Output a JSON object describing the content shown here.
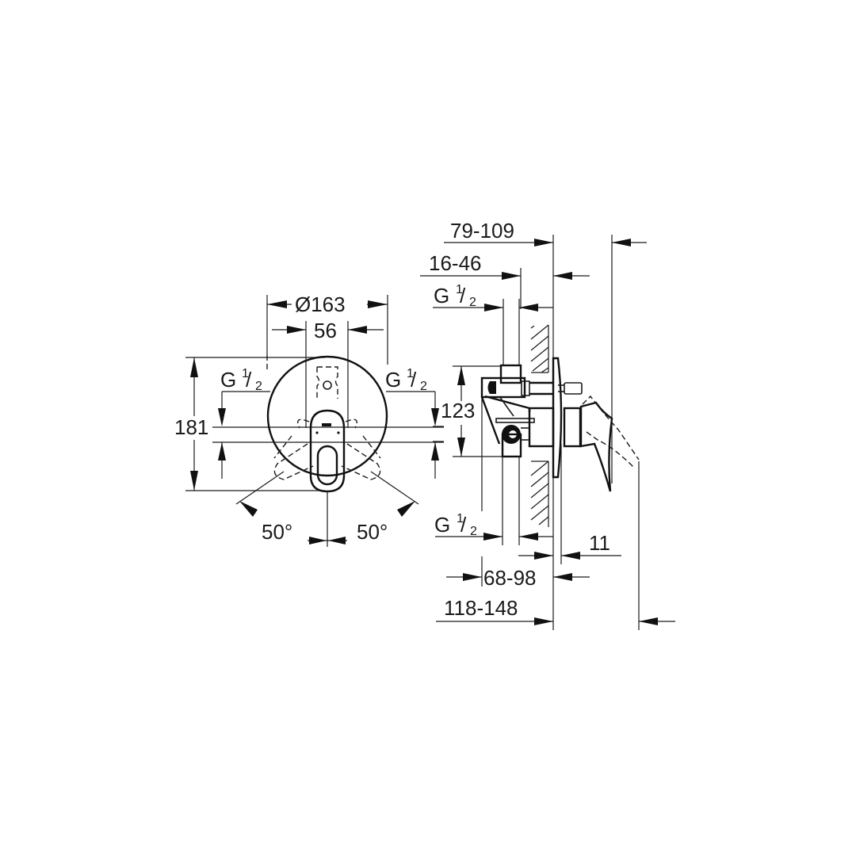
{
  "drawing": {
    "front_view": {
      "diameter_label": "Ø163",
      "center_width_label": "56",
      "height_label": "181",
      "inlet_left_label": {
        "main": "G",
        "num": "1",
        "den": "2"
      },
      "inlet_right_label": {
        "main": "G",
        "num": "1",
        "den": "2"
      },
      "angle_left_label": "50°",
      "angle_right_label": "50°"
    },
    "side_view": {
      "depth_total_label": "79-109",
      "depth_inner_label": "16-46",
      "inlet_top_label": {
        "main": "G",
        "num": "1",
        "den": "2"
      },
      "inlet_bottom_label": {
        "main": "G",
        "num": "1",
        "den": "2"
      },
      "vertical_label": "123",
      "plate_thickness_label": "11",
      "body_depth_label": "68-98",
      "overall_depth_label": "118-148"
    }
  }
}
